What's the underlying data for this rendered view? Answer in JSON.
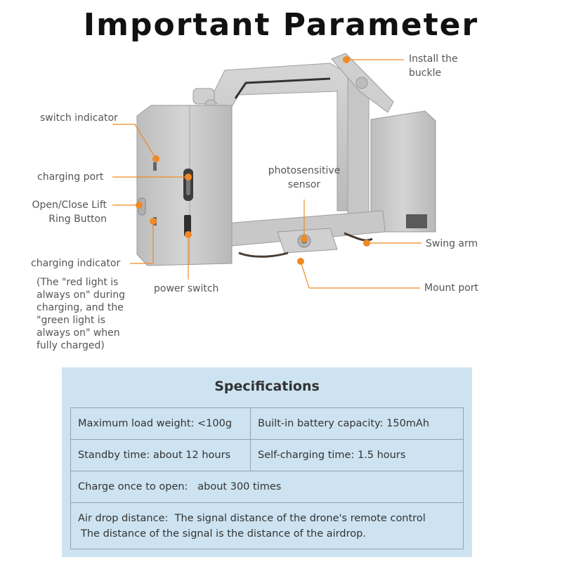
{
  "title": "Important Parameter",
  "labels": {
    "install_buckle": "Install the buckle",
    "switch_indicator": "switch indicator",
    "charging_port": "charging port",
    "open_close_button": "Open/Close Lift Ring Button",
    "photosensitive_sensor": "photosensitive sensor",
    "charging_indicator": "charging indicator",
    "charging_indicator_note": "(The \"red light is always on\" during charging, and the \"green light is always on\" when fully charged)",
    "power_switch": "power switch",
    "swing_arm": "Swing arm",
    "mount_port": "Mount port"
  },
  "colors": {
    "accent": "#f08a24",
    "device_body": "#c9c9c9",
    "panel_bg": "#cde3f1",
    "table_border": "#8fa4b4"
  },
  "specifications": {
    "heading": "Specifications",
    "max_load": "Maximum load weight: <100g",
    "battery": "Built-in battery capacity: 150mAh",
    "standby": "Standby time: about 12 hours",
    "self_charging": "Self-charging time: 1.5 hours",
    "charge_once": "Charge once to open:   about 300 times",
    "airdrop_line1": "Air drop distance:  The signal distance of the drone's remote control",
    "airdrop_line2": "The distance of the signal is the distance of the airdrop."
  }
}
